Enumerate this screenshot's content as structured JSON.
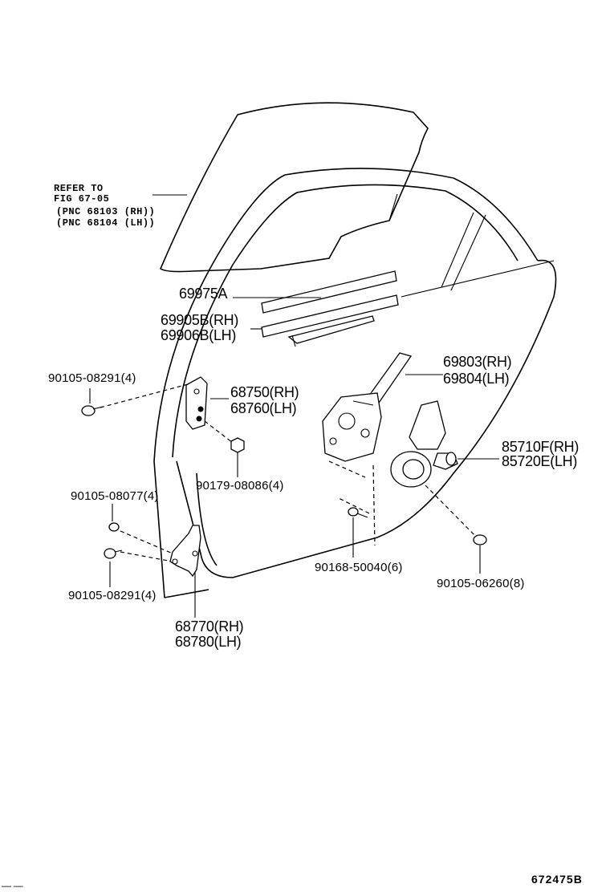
{
  "reference": {
    "line1": "REFER TO",
    "line2": "FIG 67-05",
    "line3": "(PNC 68103 (RH))",
    "line4": "(PNC 68104 (LH))"
  },
  "labels": {
    "p69975A": "69975A",
    "p69905B": "69905B(RH)",
    "p69906B": "69906B(LH)",
    "p69803": "69803(RH)",
    "p69804": "69804(LH)",
    "p68750": "68750(RH)",
    "p68760": "68760(LH)",
    "p90105_08291_top": "90105-08291(4)",
    "p90179_08086": "90179-08086(4)",
    "p85710F": "85710F(RH)",
    "p85720E": "85720E(LH)",
    "p90105_08077": "90105-08077(4)",
    "p90105_08291_bot": "90105-08291(4)",
    "p90168_50040": "90168-50040(6)",
    "p90105_06260": "90105-06260(8)",
    "p68770": "68770(RH)",
    "p68780": "68780(LH)"
  },
  "figure_code": "672475B",
  "corner_mark": "— —"
}
